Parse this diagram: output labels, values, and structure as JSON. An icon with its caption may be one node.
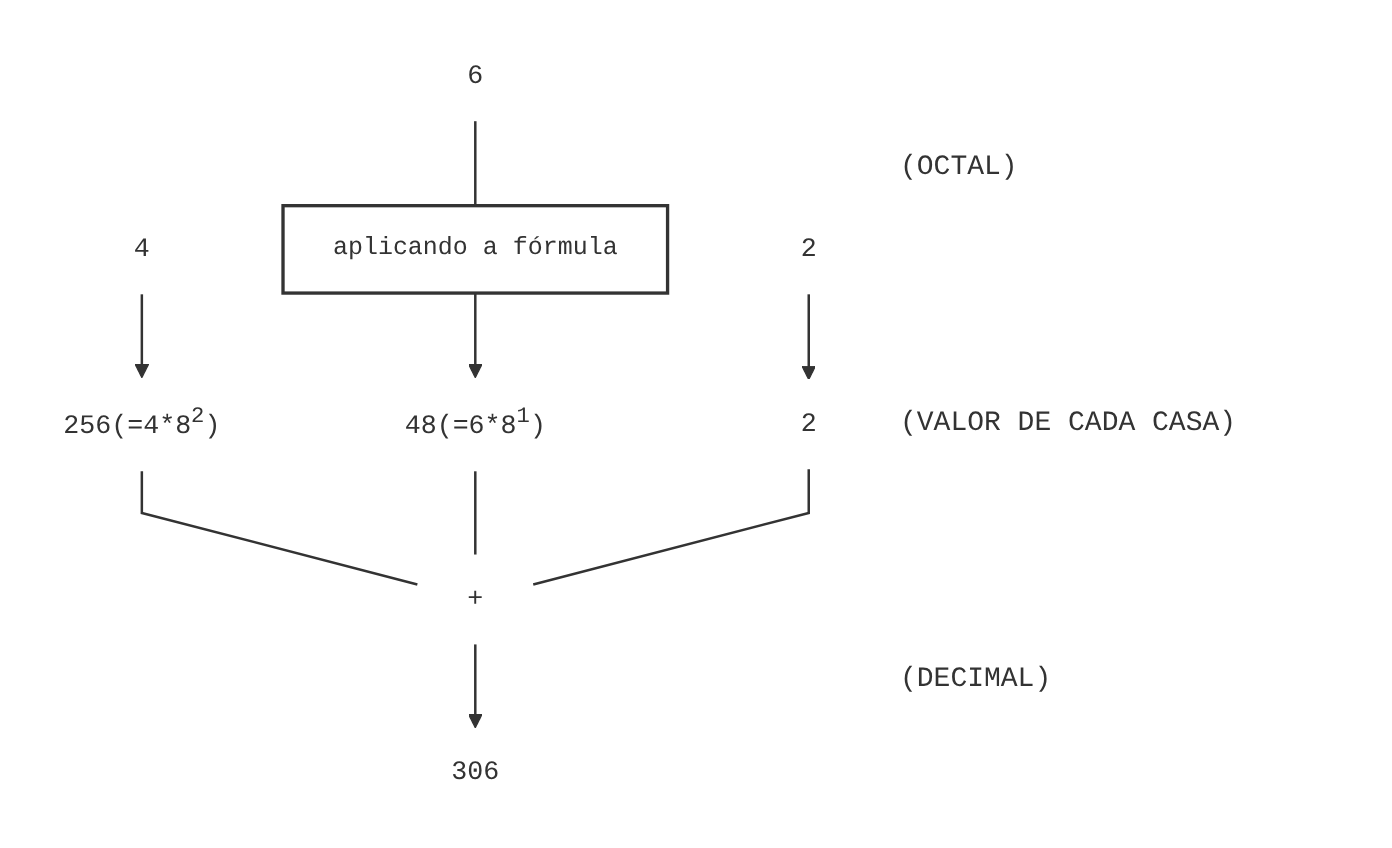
{
  "diagram": {
    "nodes": [
      {
        "text": [
          "4"
        ]
      },
      {
        "text": [
          "6"
        ]
      },
      {
        "text": [
          "2"
        ]
      },
      {
        "text": [
          "aplicando a fórmula"
        ]
      },
      {
        "text": [
          "256(=4*8$^{2}$)"
        ]
      },
      {
        "text": [
          "48(=6*8$^{1}$)"
        ]
      },
      {
        "text": [
          "2"
        ]
      },
      {
        "text": [
          "+"
        ]
      },
      {
        "text": [
          "306"
        ]
      }
    ],
    "edges": [
      {
        "from": 0,
        "to": 4,
        "arrow": "to"
      },
      {
        "from": 1,
        "to": 3,
        "arrow": "none"
      },
      {
        "from": 3,
        "to": 5,
        "arrow": "to"
      },
      {
        "from": 2,
        "to": 6,
        "arrow": "to"
      },
      {
        "from": 4,
        "to": 7,
        "arrow": "none"
      },
      {
        "from": 5,
        "to": 7,
        "arrow": "none"
      },
      {
        "from": 6,
        "to": 7,
        "arrow": "none"
      },
      {
        "from": 7,
        "to": 8,
        "arrow": "to"
      }
    ],
    "labels": [
      "(OCTAL)",
      "(VALOR DE CADA CASA)",
      "(DECIMAL)"
    ]
  }
}
